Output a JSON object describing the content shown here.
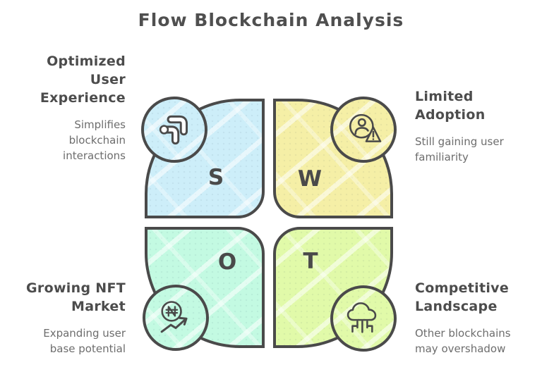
{
  "title": "Flow Blockchain Analysis",
  "colors": {
    "ink": "#4a4a4a",
    "heading_text": "#4c4c4c",
    "sub_text": "#6d6d6d",
    "strengths_fill": "#cdeef9",
    "weaknesses_fill": "#f5efa6",
    "opportunities_fill": "#c3fae2",
    "threats_fill": "#e1faa9"
  },
  "quadrants": [
    {
      "id": "strengths",
      "letter": "S",
      "heading_lines": [
        "Optimized",
        "User",
        "Experience"
      ],
      "sub_lines": [
        "Simplifies",
        "blockchain",
        "interactions"
      ],
      "icon": "flow-arrows-icon"
    },
    {
      "id": "weaknesses",
      "letter": "W",
      "heading_lines": [
        "Limited",
        "Adoption"
      ],
      "sub_lines": [
        "Still gaining user",
        "familiarity"
      ],
      "icon": "user-warning-icon"
    },
    {
      "id": "opportunities",
      "letter": "O",
      "heading_lines": [
        "Growing NFT",
        "Market"
      ],
      "sub_lines": [
        "Expanding user",
        "base potential"
      ],
      "icon": "nft-trend-icon"
    },
    {
      "id": "threats",
      "letter": "T",
      "heading_lines": [
        "Competitive",
        "Landscape"
      ],
      "sub_lines": [
        "Other blockchains",
        "may overshadow"
      ],
      "icon": "cloud-network-icon"
    }
  ]
}
